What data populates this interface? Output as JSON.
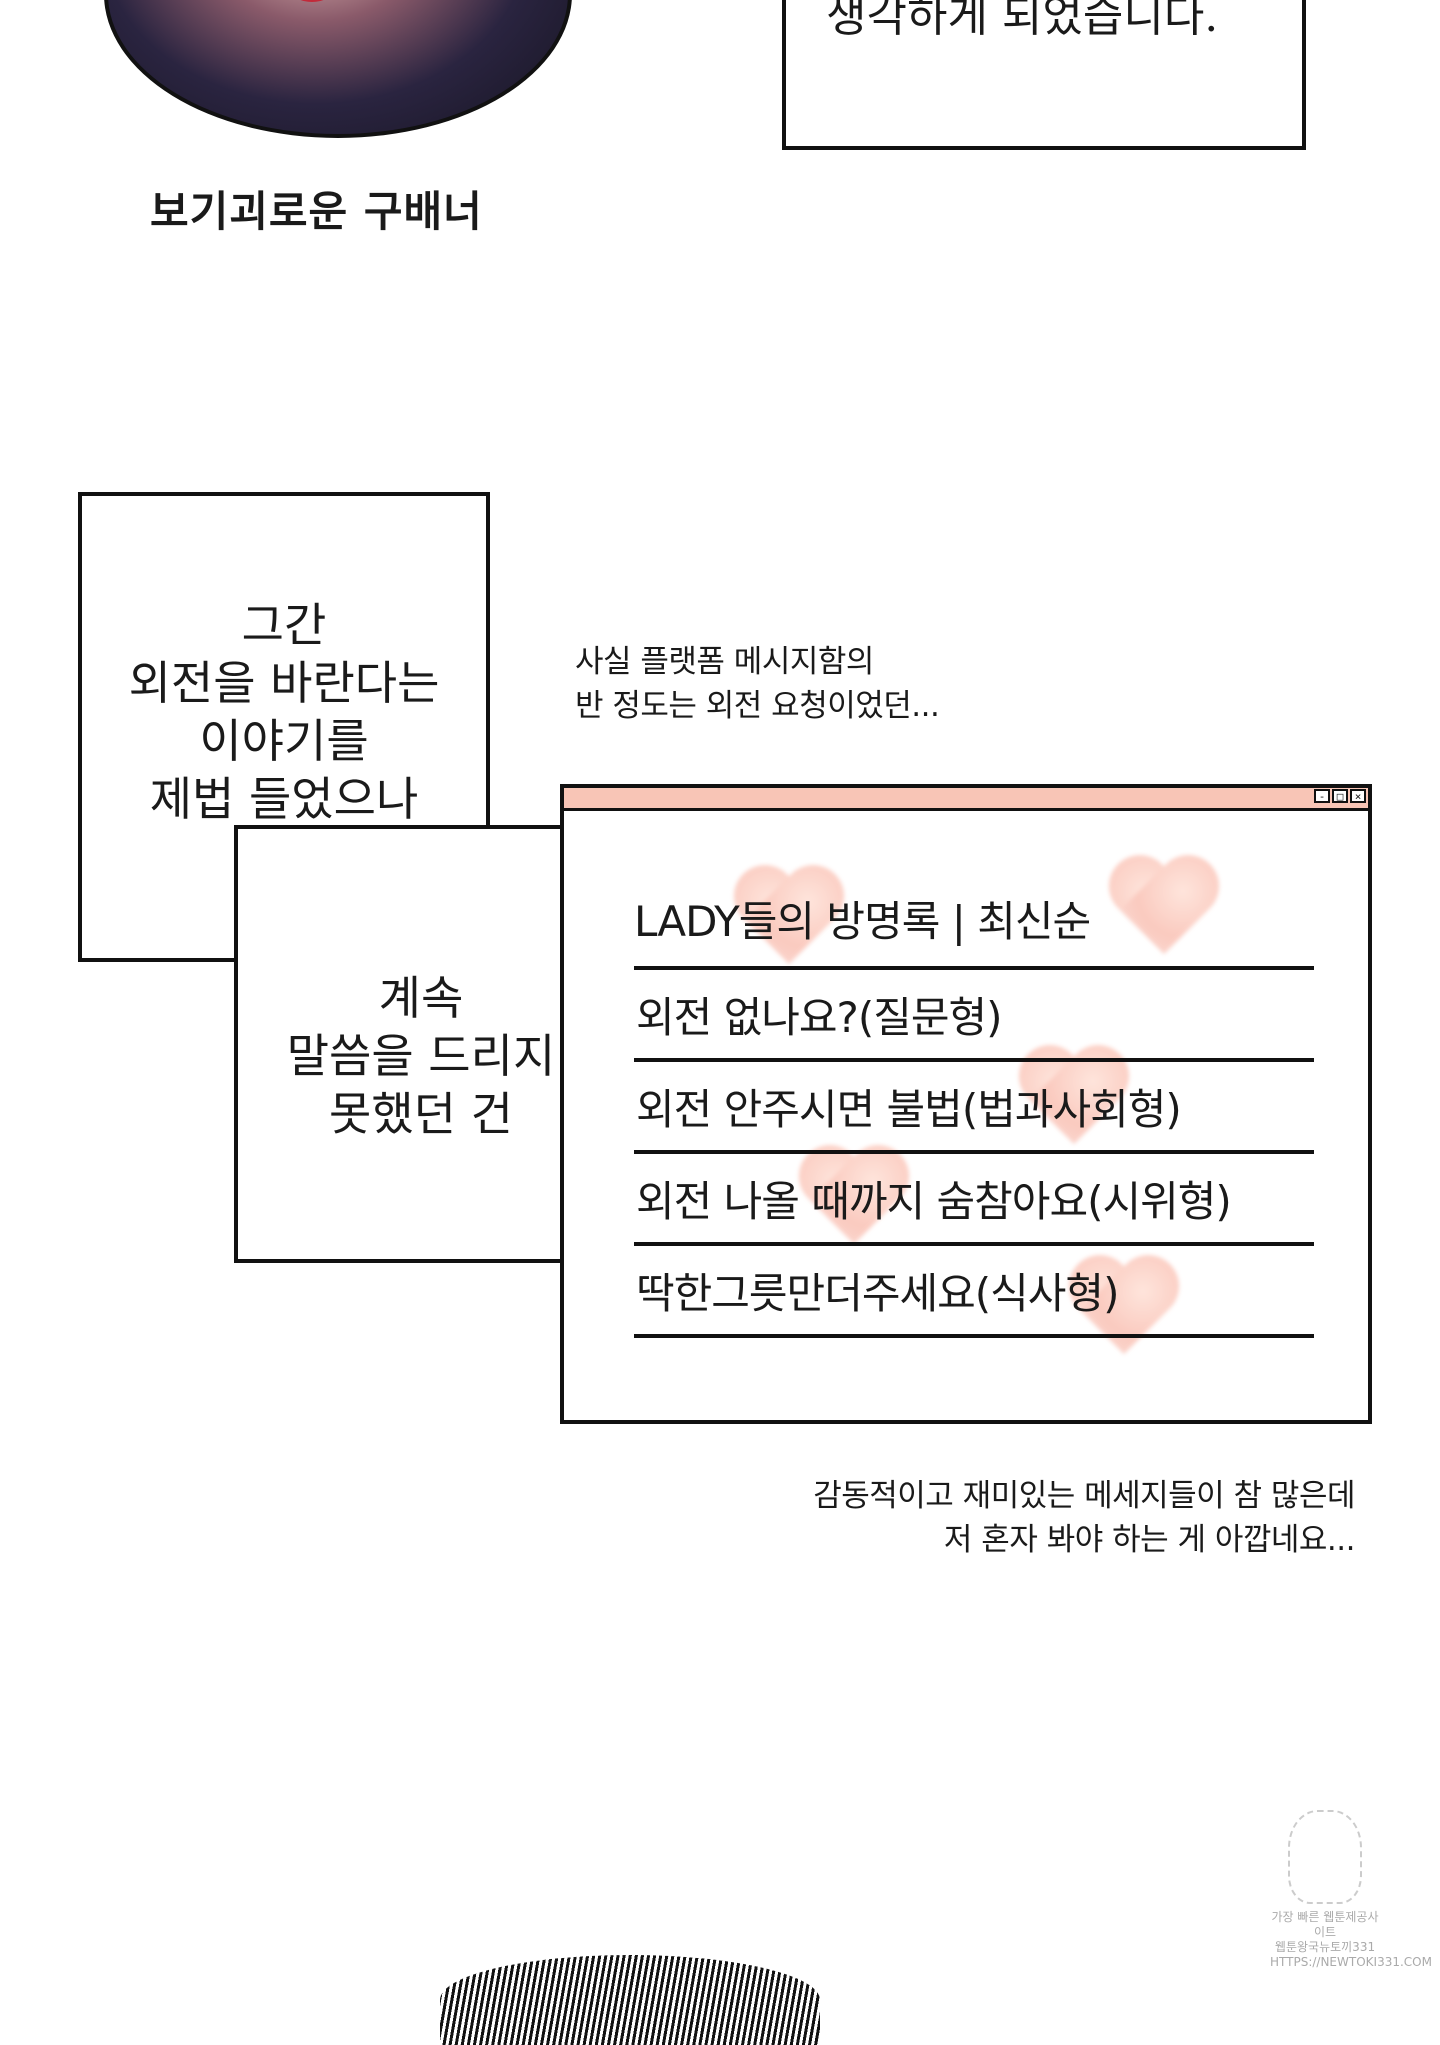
{
  "top_panel": {
    "caption": "보기괴로운 구배너",
    "box_text": "생각하게 되었습니다."
  },
  "narration": {
    "box1_lines": [
      "그간",
      "외전을 바란다는",
      "이야기를",
      "제법 들었으나"
    ],
    "box2_lines": [
      "계속",
      "말씀을 드리지",
      "못했던 건"
    ]
  },
  "aside_top": [
    "사실 플랫폼 메시지함의",
    "반 정도는 외전 요청이었던..."
  ],
  "window": {
    "buttons": [
      "-",
      "□",
      "×"
    ],
    "title": "LADY들의 방명록 | 최신순",
    "items": [
      "외전 없나요?(질문형)",
      "외전 안주시면 불법(법과사회형)",
      "외전 나올 때까지 숨참아요(시위형)",
      "딱한그릇만더주세요(식사형)"
    ]
  },
  "aside_bottom": [
    "감동적이고 재미있는 메세지들이 참 많은데",
    "저 혼자 봐야 하는 게 아깝네요..."
  ],
  "watermark": [
    "가장 빠른 웹툰제공사이트",
    "웹툰왕국뉴토끼331",
    "HTTPS://NEWTOKI331.COM"
  ],
  "colors": {
    "window_bar": "#f8c5b6",
    "heart": "#f7a08c"
  }
}
